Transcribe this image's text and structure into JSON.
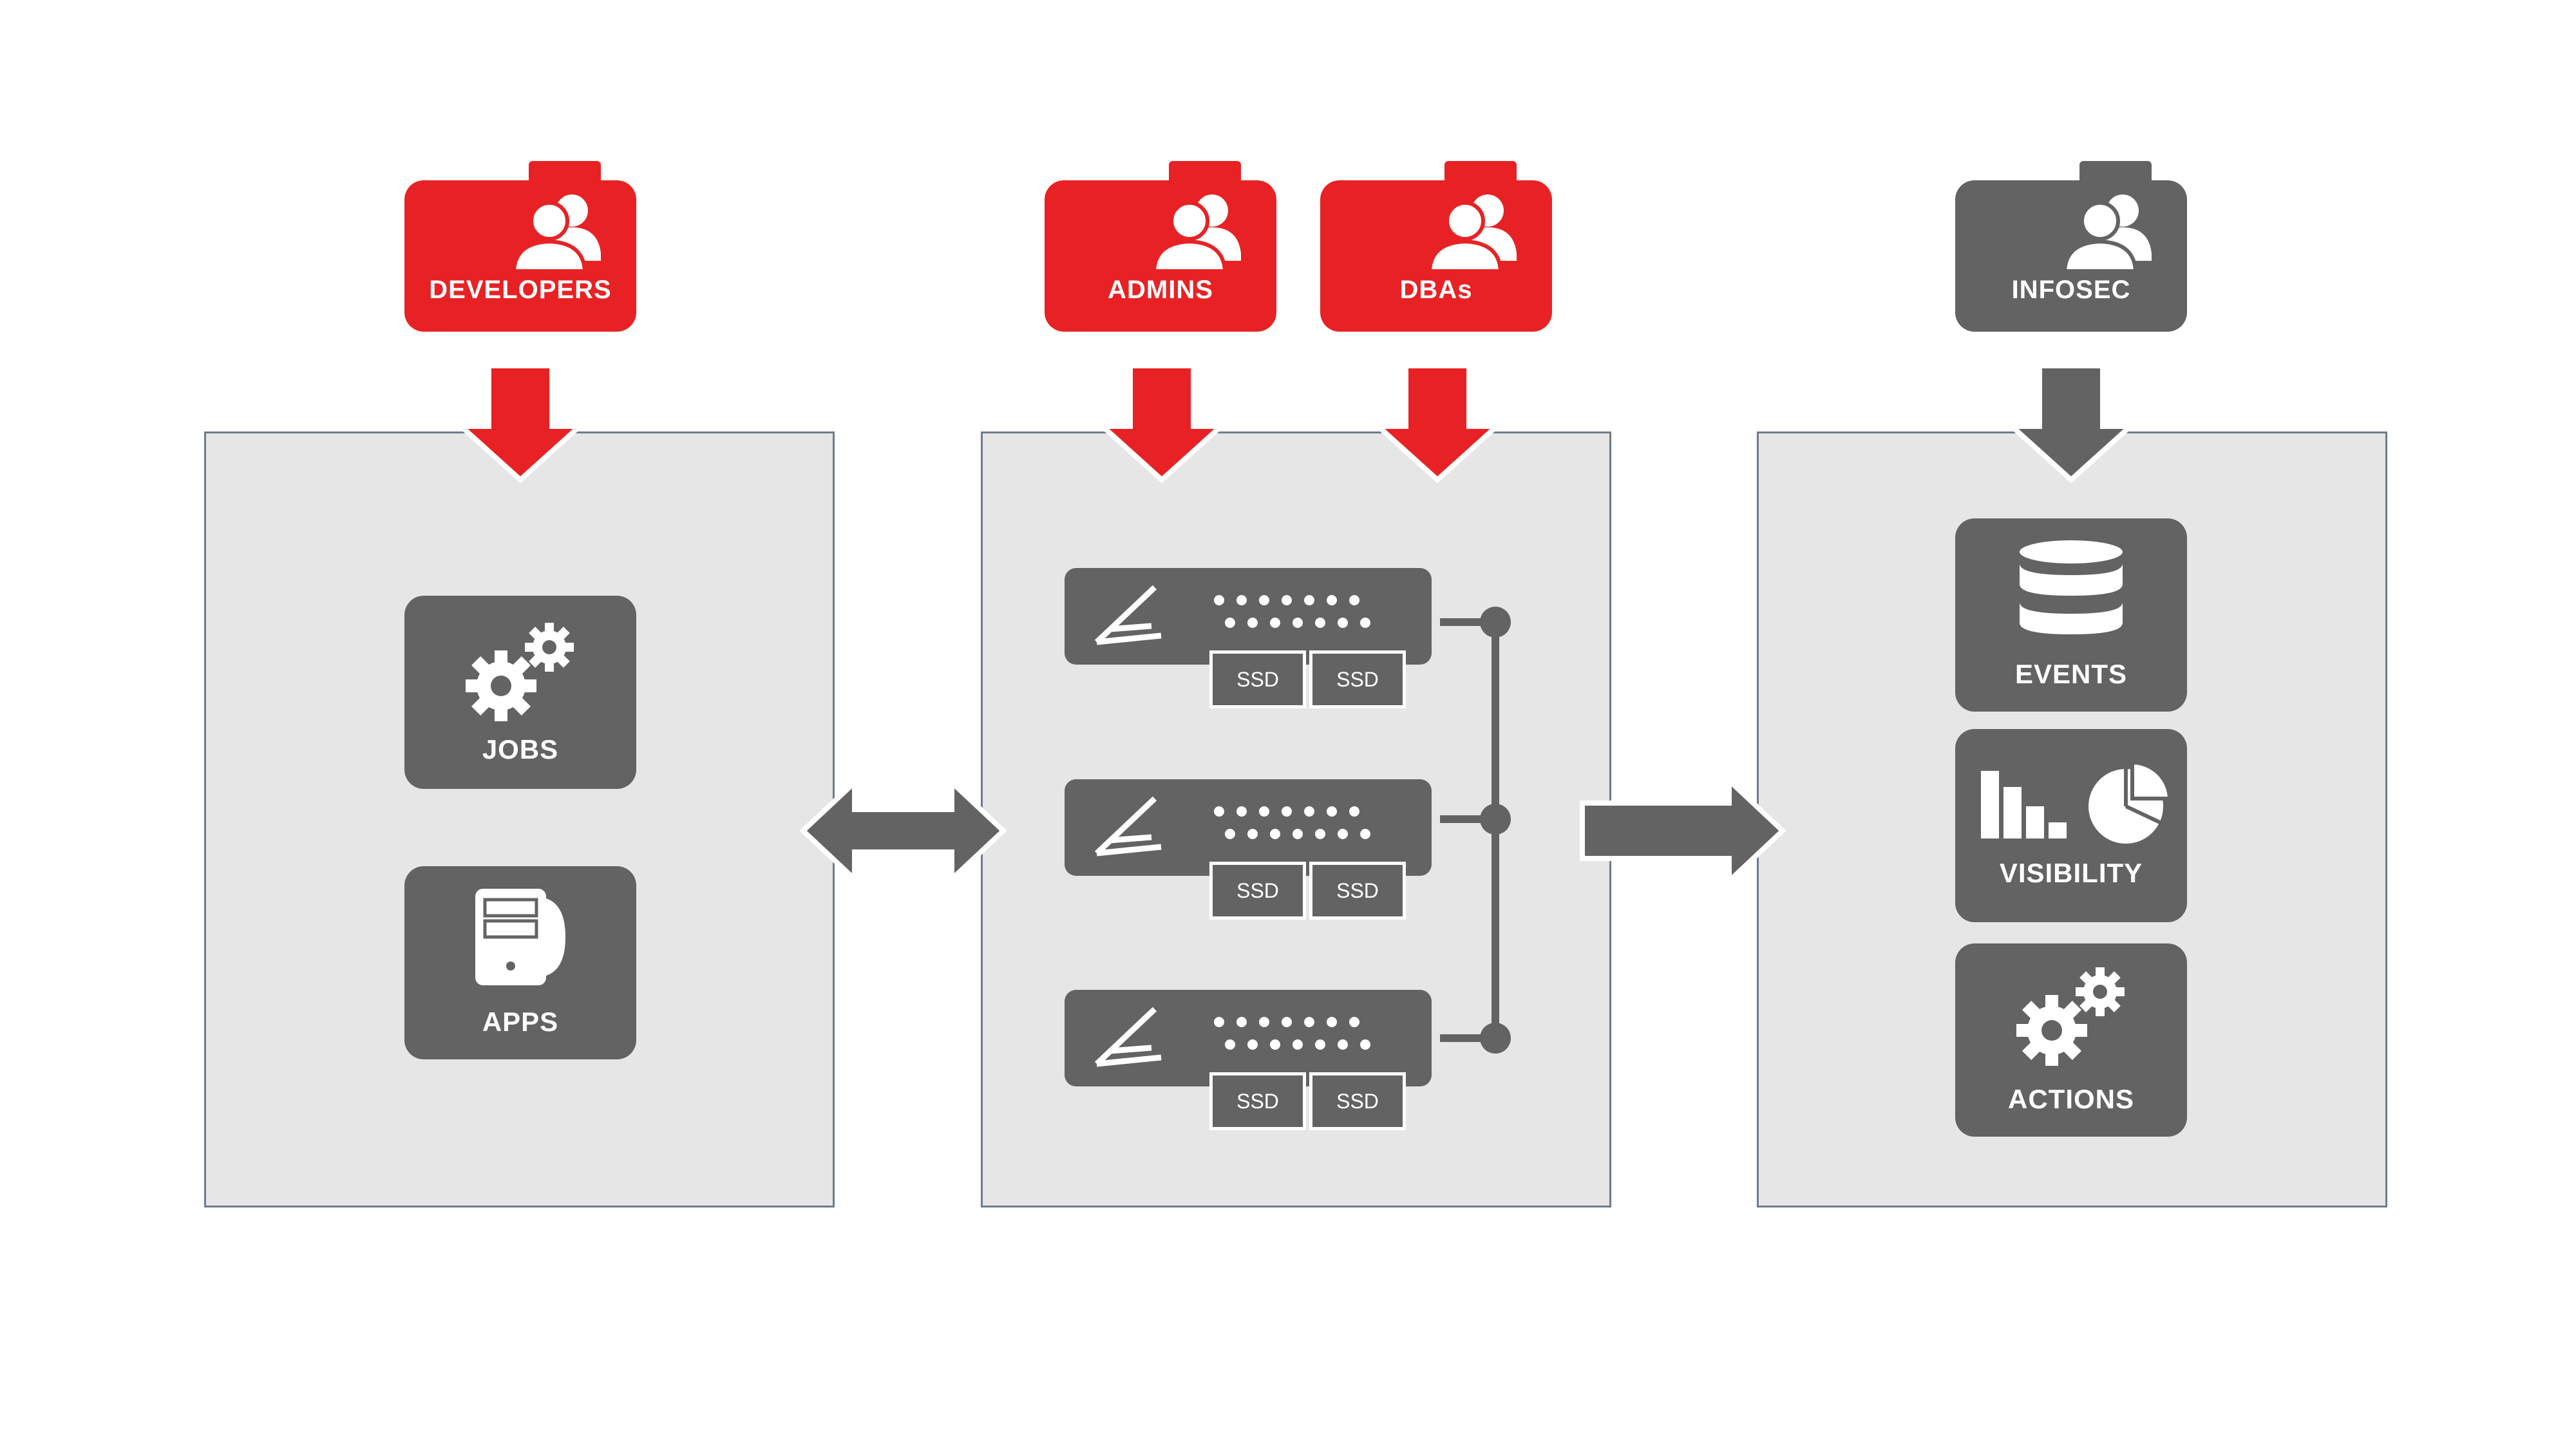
{
  "teams": {
    "developers": "DEVELOPERS",
    "admins": "ADMINS",
    "dbas": "DBAs",
    "infosec": "INFOSEC"
  },
  "left_panel": {
    "jobs": "JOBS",
    "apps": "APPS"
  },
  "middle_panel": {
    "servers": [
      {
        "ssd_labels": [
          "SSD",
          "SSD"
        ]
      },
      {
        "ssd_labels": [
          "SSD",
          "SSD"
        ]
      },
      {
        "ssd_labels": [
          "SSD",
          "SSD"
        ]
      }
    ]
  },
  "right_panel": {
    "events": "EVENTS",
    "visibility": "VISIBILITY",
    "actions": "ACTIONS"
  },
  "colors": {
    "red": "#e82224",
    "dark_gray": "#636363",
    "panel_bg": "#e6e6e6",
    "panel_border": "#6f7b8a"
  },
  "icons": [
    "people-icon",
    "gears-icon",
    "computer-tower-icon",
    "database-icon",
    "bar-chart-icon",
    "pie-chart-icon",
    "server-logo-icon",
    "double-arrow-icon",
    "right-arrow-icon",
    "down-arrow-icon"
  ]
}
